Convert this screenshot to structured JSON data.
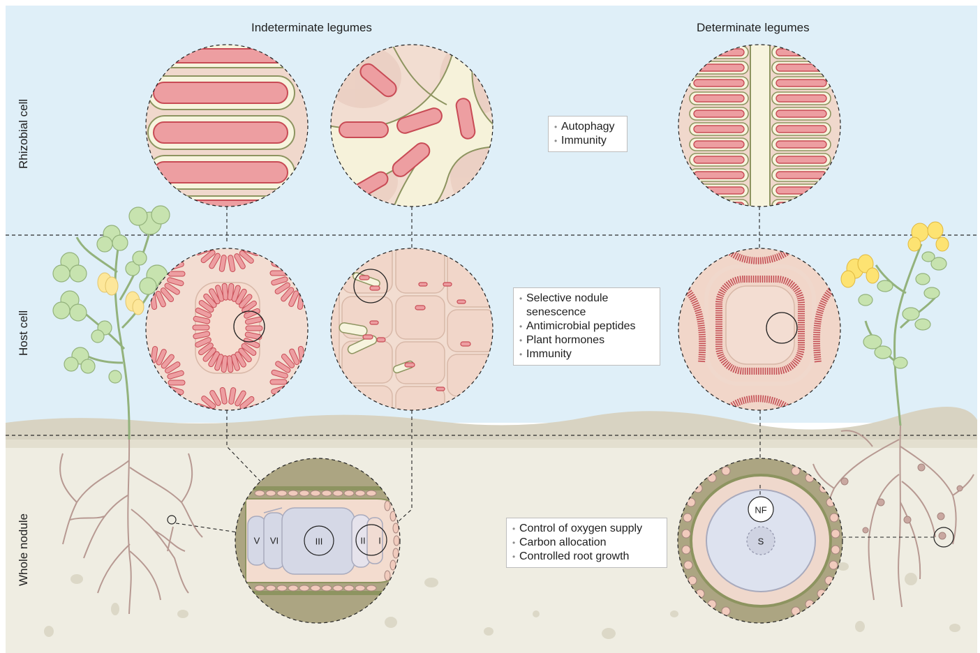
{
  "columns": {
    "indeterminate": "Indeterminate legumes",
    "determinate": "Determinate legumes"
  },
  "rows": {
    "rhizobial": "Rhizobial cell",
    "host": "Host cell",
    "nodule": "Whole nodule"
  },
  "boxes": {
    "rhizobial": [
      "Autophagy",
      "Immunity"
    ],
    "host": [
      "Selective nodule senescence",
      "Antimicrobial peptides",
      "Plant hormones",
      "Immunity"
    ],
    "nodule": [
      "Control of oxygen supply",
      "Carbon allocation",
      "Controlled root growth"
    ]
  },
  "zones": {
    "indeterminate": [
      "V",
      "VI",
      "III",
      "II",
      "I"
    ],
    "determinate": [
      "NF",
      "S"
    ]
  },
  "colors": {
    "sky": "#dfeff8",
    "soil": "#efede1",
    "soil_band": "#d7d3c2",
    "bacteroid": "#ec9a9e",
    "bacteroid_outline": "#c64b55",
    "host_cell": "#f3ded3",
    "membrane": "#f5f3dc",
    "membrane_outline": "#8d9460",
    "nodule_cortex": "#aca582",
    "leaf": "#c6e2ae",
    "flower": "#fde79a",
    "root": "#b79992"
  }
}
